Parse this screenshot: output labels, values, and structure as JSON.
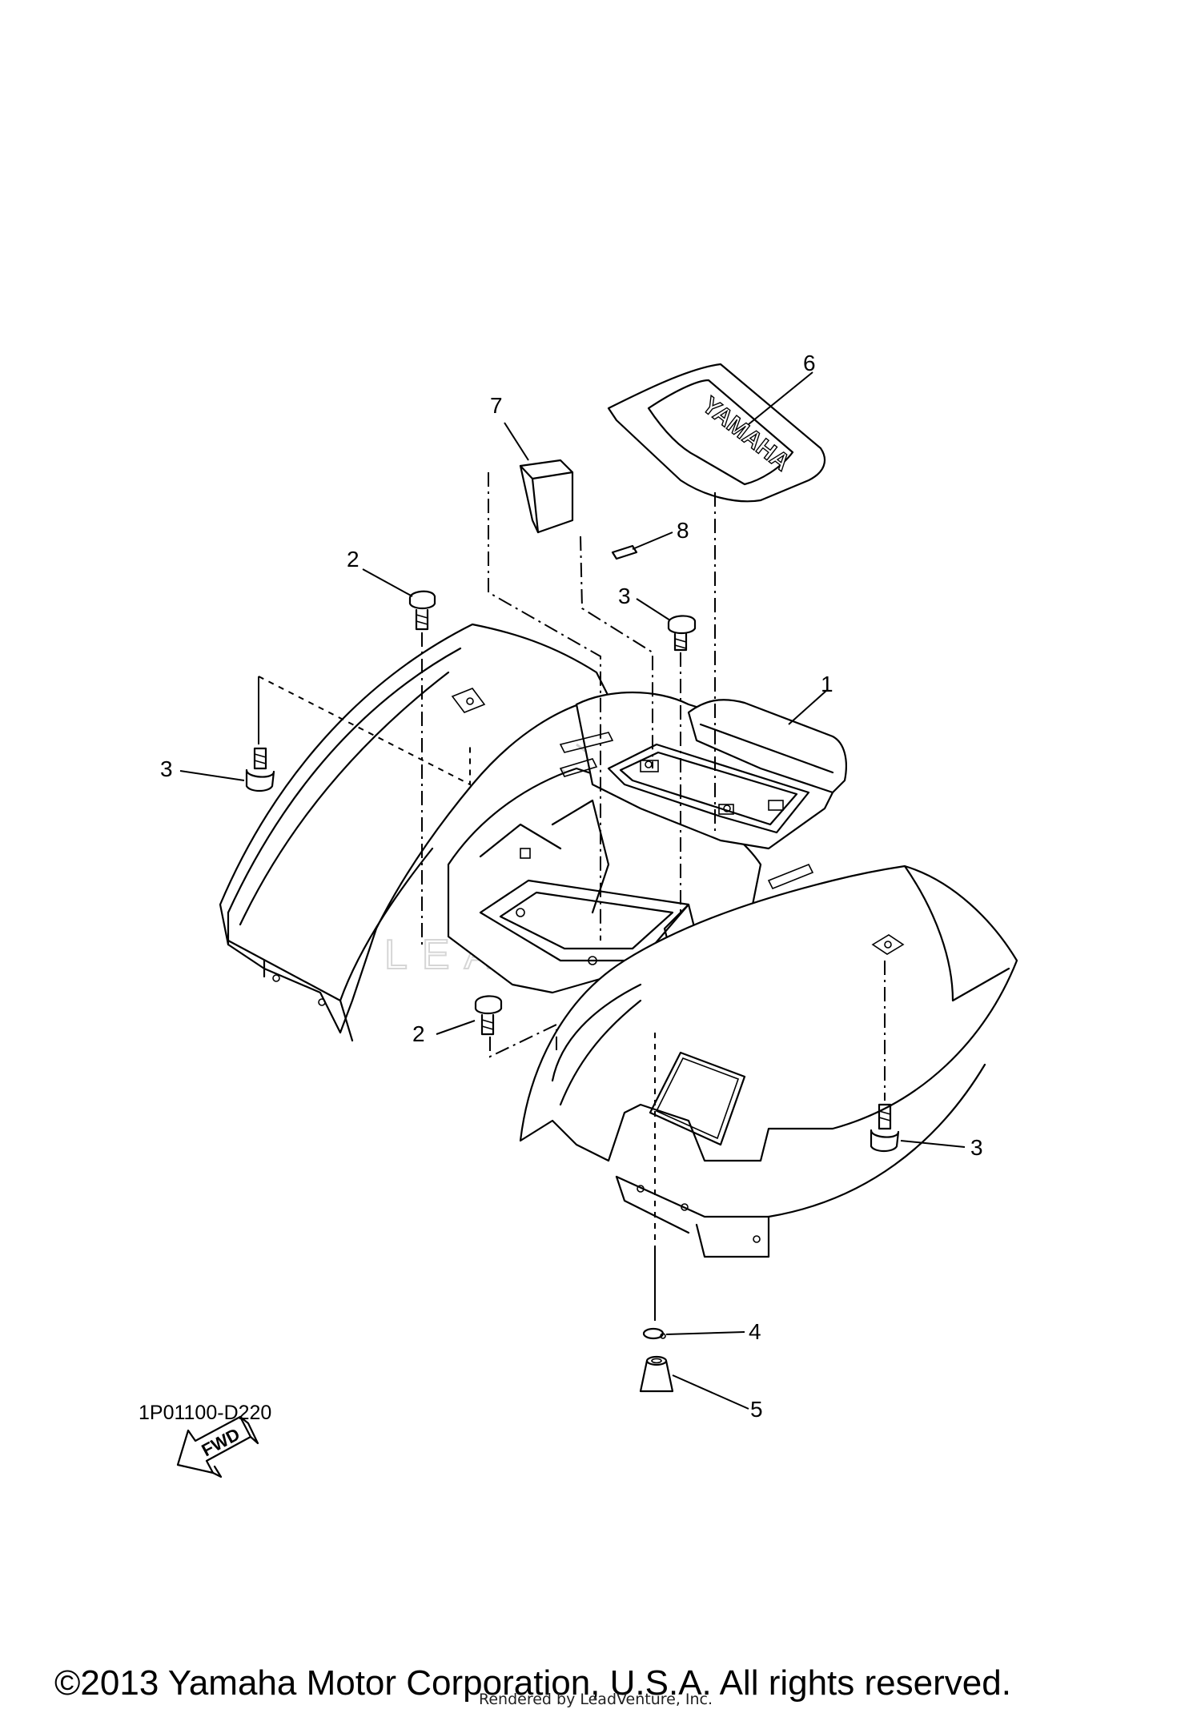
{
  "diagram": {
    "callouts": [
      "1",
      "2",
      "2",
      "3",
      "3",
      "3",
      "4",
      "5",
      "6",
      "7",
      "8"
    ],
    "arrow_label": "FWD",
    "seat_logo": "YAMAHA",
    "watermark_text": "LEADVENTURE",
    "drawing_code": "1P01100-D220"
  },
  "footer": {
    "copyright": "©2013 Yamaha Motor Corporation, U.S.A. All rights reserved.",
    "rendered_by": "Rendered by LeadVenture, Inc."
  }
}
